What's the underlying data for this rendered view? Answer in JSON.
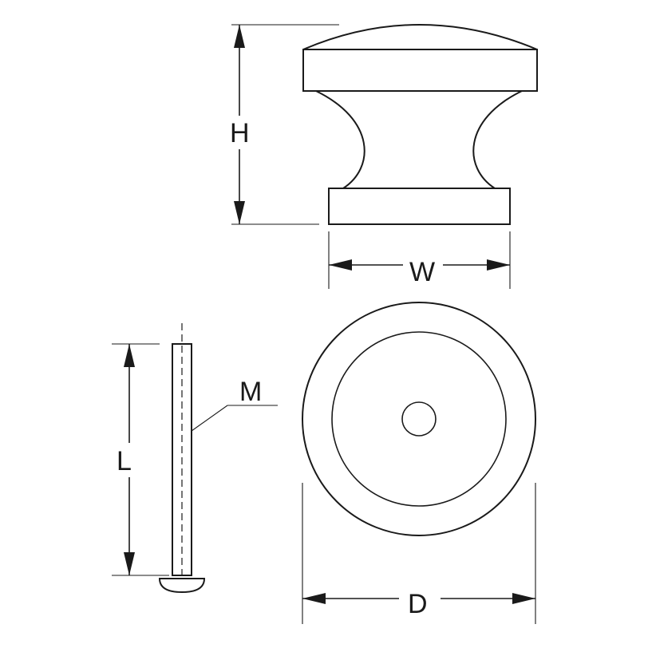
{
  "diagram": {
    "labels": {
      "height": "H",
      "width": "W",
      "length": "L",
      "thread": "M",
      "diameter": "D"
    },
    "colors": {
      "ink": "#1a1a1a",
      "background": "#ffffff"
    }
  }
}
